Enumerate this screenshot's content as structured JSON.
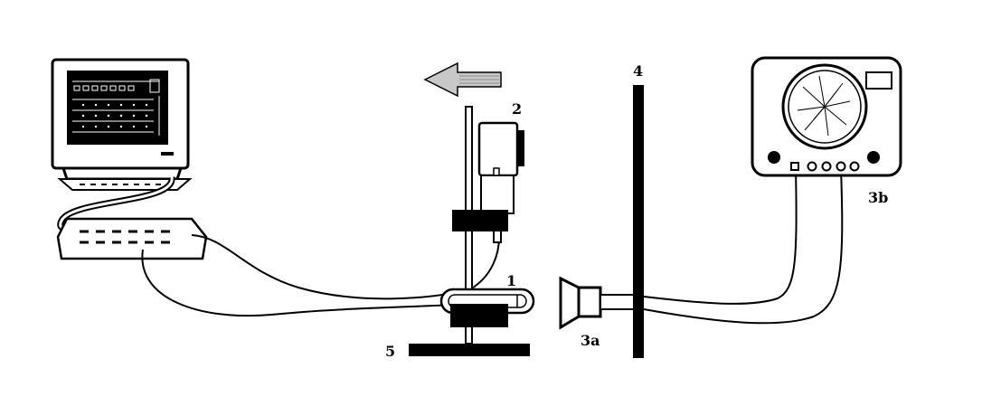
{
  "labels": {
    "l1": "1",
    "l2": "2",
    "l3a": "3a",
    "l3b": "3b",
    "l4": "4",
    "l5": "5"
  },
  "colors": {
    "ink": "#000000",
    "paper": "#ffffff",
    "arrow_fill": "#c8c8c8"
  },
  "icons": {
    "computer": "computer-monitor-icon",
    "arrow": "left-arrow-icon"
  }
}
